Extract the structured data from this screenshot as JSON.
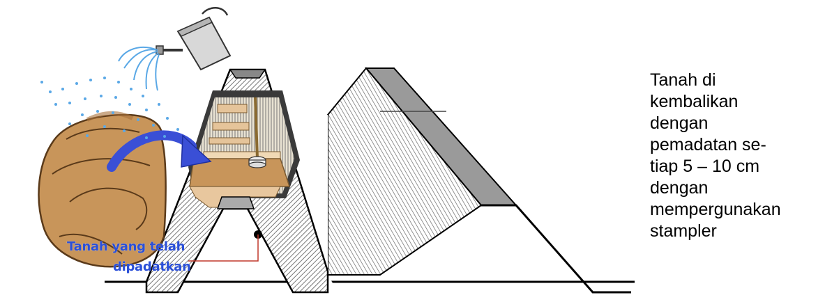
{
  "caption": {
    "lines": [
      "Tanah di",
      "kembalikan",
      "dengan",
      "pemadatan se-",
      "tiap 5 – 10 cm",
      "dengan",
      "mempergunakan",
      "stampler"
    ]
  },
  "annotation": {
    "line1": "Tanah yang telah",
    "line2": "dipadatkan"
  },
  "colors": {
    "soil": "#c8955a",
    "soil_dark": "#a8713a",
    "arrow": "#3a4fd6",
    "water": "#5aa8e6",
    "hatch": "#555555",
    "leader": "#c0392b"
  },
  "icons": [
    "watering-can-icon",
    "soil-sack-icon",
    "compaction-arrow-icon",
    "stampler-icon"
  ]
}
